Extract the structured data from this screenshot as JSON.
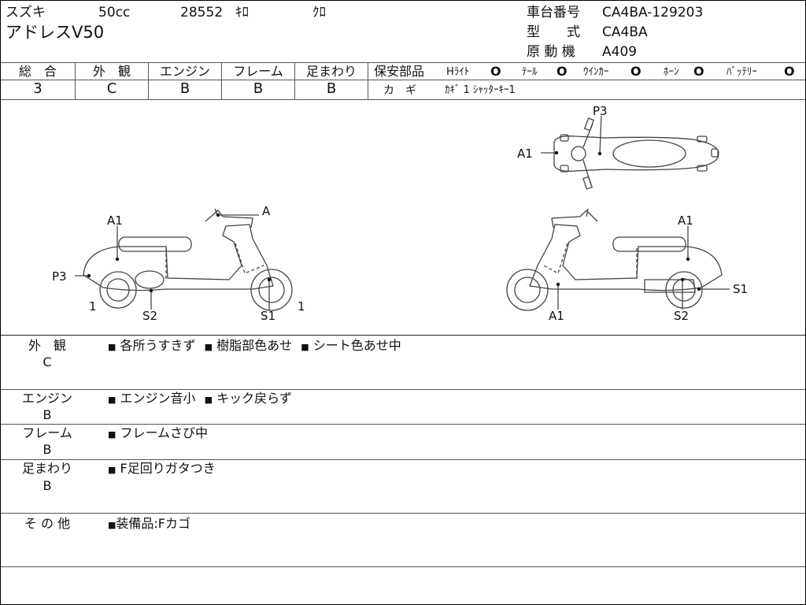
{
  "header": {
    "maker": "スズキ",
    "displacement": "50cc",
    "mileage": "28552",
    "mileage_unit": "ｷﾛ",
    "color": "ｸﾛ",
    "model_name": "アドレスV50",
    "frame_no_label": "車台番号",
    "frame_no": "CA4BA-129203",
    "type_label": "型　　式",
    "type_value": "CA4BA",
    "engine_label": "原 動 機",
    "engine_value": "A409"
  },
  "ratings": {
    "headers": [
      "総　合",
      "外　観",
      "エンジン",
      "フレーム",
      "足まわり"
    ],
    "values": [
      "3",
      "C",
      "B",
      "B",
      "B"
    ]
  },
  "safety": {
    "title": "保安部品",
    "items": [
      {
        "label": "Hﾗｲﾄ",
        "mark": "O"
      },
      {
        "label": "ﾃｰﾙ",
        "mark": "O"
      },
      {
        "label": "ｳｲﾝｶｰ",
        "mark": "O"
      },
      {
        "label": "ﾎｰﾝ",
        "mark": "O"
      },
      {
        "label": "ﾊﾞｯﾃﾘｰ",
        "mark": "O"
      }
    ],
    "key_label": "カ　ギ",
    "key_text": "ｶｷﾞ 1 ｼｬｯﾀｰｷｰ1"
  },
  "diagram": {
    "top_labels": [
      "P3",
      "A1"
    ],
    "left_labels": [
      "A1",
      "A",
      "P3",
      "1",
      "S2",
      "S1",
      "1"
    ],
    "right_labels": [
      "A1",
      "S1",
      "A1",
      "S2"
    ]
  },
  "sections": [
    {
      "title": "外　観",
      "grade": "C",
      "notes": [
        "各所うすきず",
        "樹脂部色あせ",
        "シート色あせ中"
      ]
    },
    {
      "title": "エンジン",
      "grade": "B",
      "notes": [
        "エンジン音小",
        "キック戻らず"
      ]
    },
    {
      "title": "フレーム",
      "grade": "B",
      "notes": [
        "フレームさび中"
      ]
    },
    {
      "title": "足まわり",
      "grade": "B",
      "notes": [
        "F足回りガタつき"
      ]
    },
    {
      "title": "そ の 他",
      "grade": "",
      "notes": [
        "装備品:Fカゴ"
      ]
    }
  ]
}
